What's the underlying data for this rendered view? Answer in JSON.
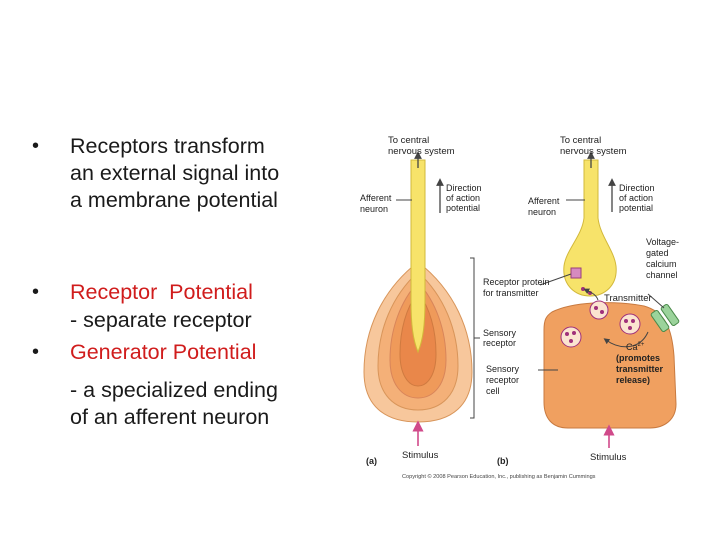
{
  "slide": {
    "bullets": [
      {
        "lines": [
          "Receptors transform",
          "an external signal into",
          "a membrane potential"
        ]
      },
      {
        "heading": "Receptor  Potential",
        "sub": "- separate receptor"
      },
      {
        "heading": "Generator Potential",
        "sub": "- a specialized ending",
        "sub2": "of an afferent neuron"
      }
    ]
  },
  "figure": {
    "a": {
      "top_label_1": "To central",
      "top_label_2": "nervous system",
      "afferent_1": "Afferent",
      "afferent_2": "neuron",
      "direction_1": "Direction",
      "direction_2": "of action",
      "direction_3": "potential",
      "sensory_1": "Sensory",
      "sensory_2": "receptor",
      "stimulus": "Stimulus",
      "panel": "(a)"
    },
    "b": {
      "top_label_1": "To central",
      "top_label_2": "nervous system",
      "afferent_1": "Afferent",
      "afferent_2": "neuron",
      "direction_1": "Direction",
      "direction_2": "of action",
      "direction_3": "potential",
      "receptor_protein_1": "Receptor protein",
      "receptor_protein_2": "for transmitter",
      "voltage_1": "Voltage-",
      "voltage_2": "gated",
      "voltage_3": "calcium",
      "voltage_4": "channel",
      "transmitter": "Transmitter",
      "ca": "Ca",
      "ca_sup": "2+",
      "promotes_1": "(promotes",
      "promotes_2": "transmitter",
      "promotes_3": "release)",
      "sensory_cell_1": "Sensory",
      "sensory_cell_2": "receptor",
      "sensory_cell_3": "cell",
      "stimulus": "Stimulus",
      "panel": "(b)"
    },
    "copyright": "Copyright © 2008 Pearson Education, Inc., publishing as Benjamin Cummings"
  },
  "colors": {
    "text": "#1a1a1a",
    "accent_red": "#d01c1c",
    "neuron_yellow": "#f7e36a",
    "receptor_orange": "#f0a060",
    "arrow_pink": "#d04a8a",
    "vesicle_purple": "#a0307a"
  }
}
